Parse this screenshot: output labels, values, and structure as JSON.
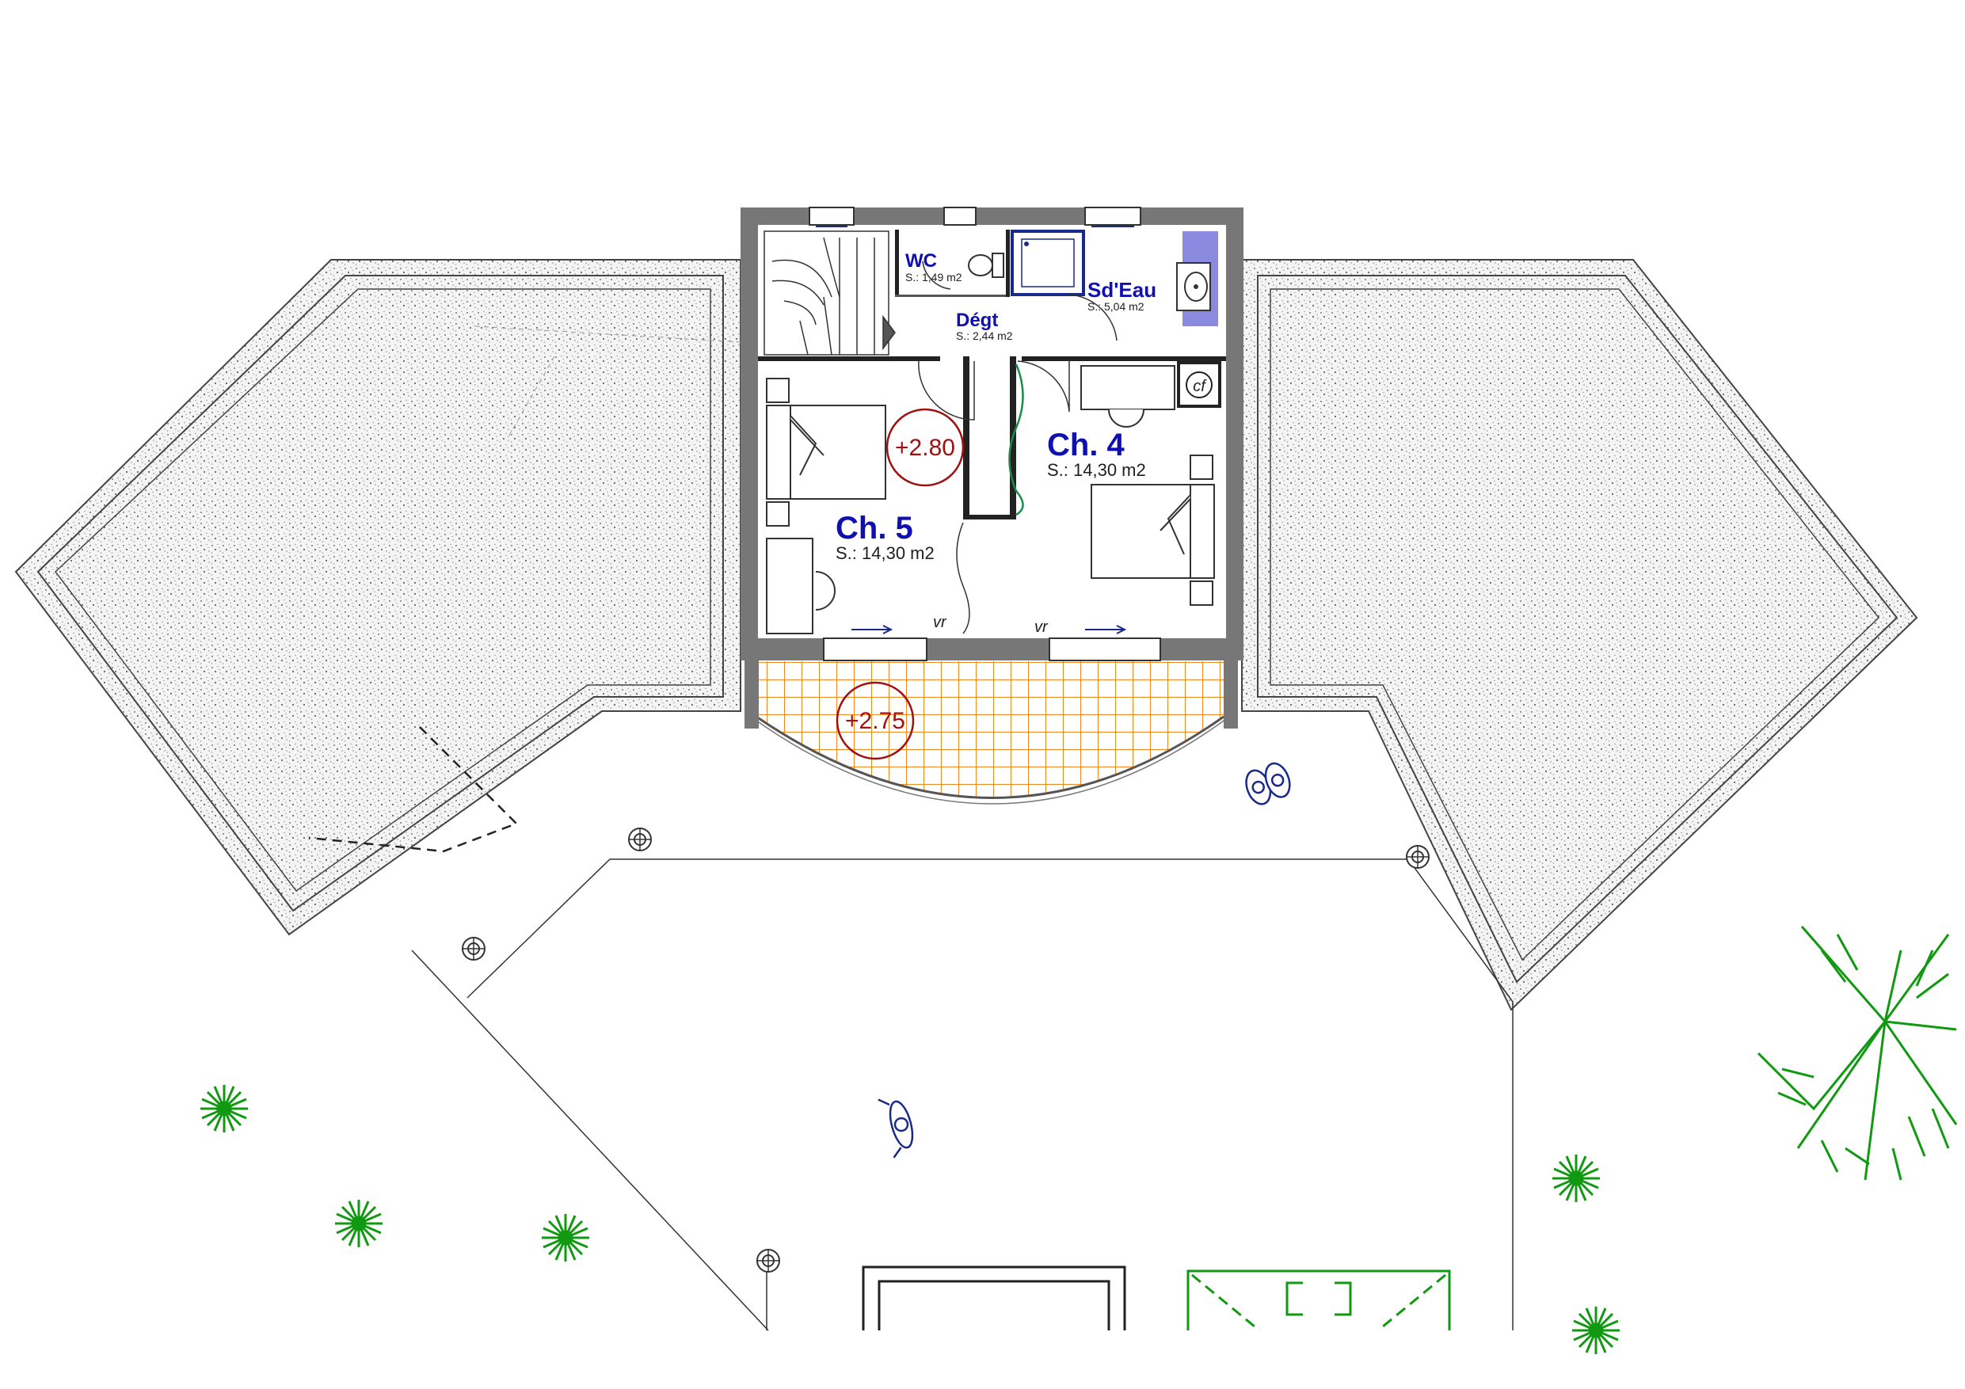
{
  "rooms": {
    "wc": {
      "name": "WC",
      "area": "S.: 1,49 m2"
    },
    "sde": {
      "name": "Sd'Eau",
      "area": "S.: 5,04 m2"
    },
    "dgt": {
      "name": "Dégt",
      "area": "S.: 2,44 m2"
    },
    "ch4": {
      "name": "Ch. 4",
      "area": "S.: 14,30 m2"
    },
    "ch5": {
      "name": "Ch. 5",
      "area": "S.: 14,30 m2"
    }
  },
  "levels": {
    "upper": "+2.80",
    "terrace": "+2.75"
  },
  "window_labels": {
    "left": "vr",
    "right": "vr"
  },
  "fixture_labels": {
    "boiler": "cf"
  },
  "colors": {
    "wall": "#555555",
    "line": "#333333",
    "room_text": "#1010b0",
    "level": "#a01010",
    "terrace_tile": "#f08a20",
    "plant": "#119911",
    "person": "#1a2a8a",
    "gravel": "#f2f2f2"
  },
  "icons": [
    "stair-icon",
    "toilet-icon",
    "shower-icon",
    "washbasin-icon",
    "bed-icon",
    "desk-icon",
    "boiler-icon",
    "person-icon",
    "plant-icon",
    "tree-icon",
    "post-light-icon"
  ]
}
